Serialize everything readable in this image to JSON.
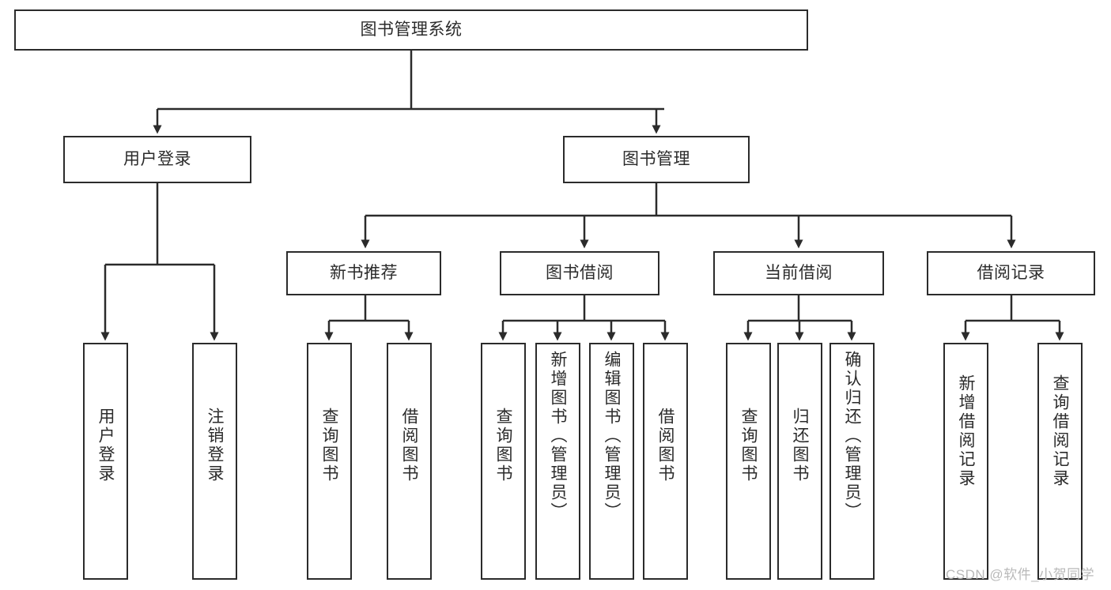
{
  "diagram": {
    "title": "图书管理系统",
    "watermark": "CSDN @软件_小贺同学",
    "root": {
      "id": "root",
      "label": "图书管理系统"
    },
    "level1": [
      {
        "id": "user-login",
        "label": "用户登录"
      },
      {
        "id": "book-management",
        "label": "图书管理"
      }
    ],
    "level2": [
      {
        "id": "new-book-recommend",
        "label": "新书推荐",
        "parent": "book-management"
      },
      {
        "id": "book-borrow",
        "label": "图书借阅",
        "parent": "book-management"
      },
      {
        "id": "current-borrow",
        "label": "当前借阅",
        "parent": "book-management"
      },
      {
        "id": "borrow-record",
        "label": "借阅记录",
        "parent": "book-management"
      }
    ],
    "leaves": [
      {
        "id": "leaf-user-login",
        "label": "用户登录",
        "parent": "user-login"
      },
      {
        "id": "leaf-logout-login",
        "label": "注销登录",
        "parent": "user-login"
      },
      {
        "id": "leaf-query-book-1",
        "label": "查询图书",
        "parent": "new-book-recommend"
      },
      {
        "id": "leaf-borrow-book-1",
        "label": "借阅图书",
        "parent": "new-book-recommend"
      },
      {
        "id": "leaf-query-book-2",
        "label": "查询图书",
        "parent": "book-borrow"
      },
      {
        "id": "leaf-add-book",
        "label": "新增图书（管理员）",
        "parent": "book-borrow"
      },
      {
        "id": "leaf-edit-book",
        "label": "编辑图书（管理员）",
        "parent": "book-borrow"
      },
      {
        "id": "leaf-borrow-book-2",
        "label": "借阅图书",
        "parent": "book-borrow"
      },
      {
        "id": "leaf-query-book-3",
        "label": "查询图书",
        "parent": "current-borrow"
      },
      {
        "id": "leaf-return-book",
        "label": "归还图书",
        "parent": "current-borrow"
      },
      {
        "id": "leaf-confirm-return",
        "label": "确认归还（管理员）",
        "parent": "current-borrow"
      },
      {
        "id": "leaf-add-record",
        "label": "新增借阅记录",
        "parent": "borrow-record"
      },
      {
        "id": "leaf-query-record",
        "label": "查询借阅记录",
        "parent": "borrow-record"
      }
    ],
    "colors": {
      "stroke": "#2b2b2b",
      "background": "#ffffff",
      "text": "#2b2b2b",
      "watermark": "#b9b9b9"
    }
  }
}
